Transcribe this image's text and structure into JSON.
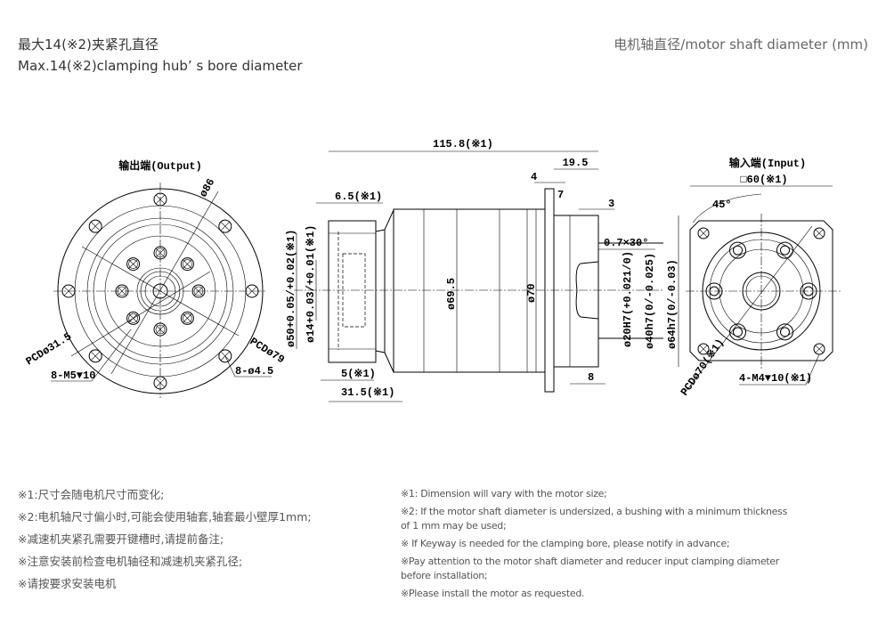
{
  "header": {
    "title_cn": "最大14(※2)夹紧孔直径",
    "title_en": "Max.14(※2)clamping hub’ s bore diameter",
    "unit_label": "电机轴直径/motor shaft diameter (mm)"
  },
  "output_view": {
    "title": "输出端(Output)",
    "dia_outer": "ø86",
    "pcd_inner": "PCDø31.5",
    "pcd_outer": "PCDø79",
    "thread": "8-M5▼10",
    "holes": "8-ø4.5"
  },
  "side_view": {
    "overall_length": "115.8(※1)",
    "len_19_5": "19.5",
    "len_4": "4",
    "len_7": "7",
    "len_3": "3",
    "len_6_5": "6.5(※1)",
    "chamfer": "0.7×30°",
    "dia_50": "ø50+0.05/+0.02(※1)",
    "dia_14": "ø14+0.03/+0.01(※1)",
    "dia_69_5": "ø69.5",
    "dia_70": "ø70",
    "dia_20": "ø20H7(+0.021/0)",
    "dia_40": "ø40h7(0/-0.025)",
    "dia_64": "ø64h7(0/-0.03)",
    "len_5": "5(※1)",
    "len_31_5": "31.5(※1)",
    "len_8": "8"
  },
  "input_view": {
    "title": "输入端(Input)",
    "square": "□60(※1)",
    "angle": "45°",
    "pcd": "PCDø70(※1)",
    "thread": "4-M4▼10(※1)"
  },
  "notes_cn": [
    "※1:尺寸会随电机尺寸而变化;",
    "※2:电机轴尺寸偏小时,可能会使用轴套,轴套最小壁厚1mm;",
    "※减速机夹紧孔需要开键槽时,请提前备注;",
    "※注意安装前检查电机轴径和减速机夹紧孔径;",
    "※请按要求安装电机"
  ],
  "notes_en": [
    "※1: Dimension will vary with the motor size;",
    "※2: If the motor shaft diameter is undersized, a bushing with a minimum thickness of 1 mm may be used;",
    "※ If Keyway is needed for the clamping bore, please notify in advance;",
    "※Pay attention to the motor shaft diameter and reducer input clamping diameter before installation;",
    "※Please install the motor as requested."
  ]
}
